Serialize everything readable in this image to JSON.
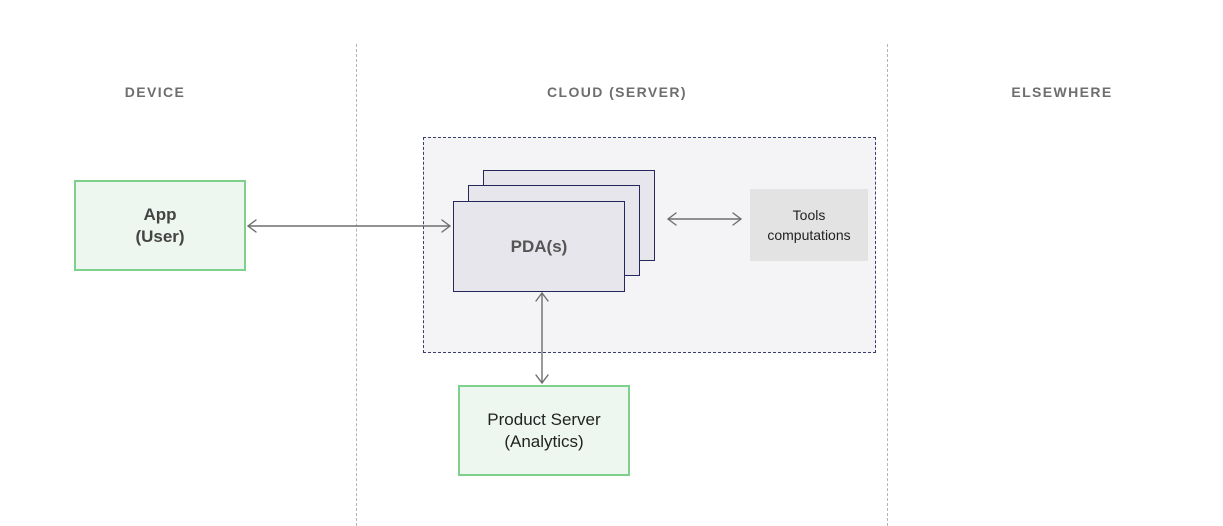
{
  "zones": {
    "device": "DEVICE",
    "cloud": "CLOUD (SERVER)",
    "elsewhere": "ELSEWHERE"
  },
  "nodes": {
    "app": {
      "line1": "App",
      "line2": "(User)"
    },
    "pda": {
      "label": "PDA(s)"
    },
    "tools": {
      "line1": "Tools",
      "line2": "computations"
    },
    "product_server": {
      "line1": "Product Server",
      "line2": "(Analytics)"
    }
  },
  "edges": [
    {
      "from": "app",
      "to": "pda",
      "direction": "both"
    },
    {
      "from": "pda",
      "to": "tools",
      "direction": "both"
    },
    {
      "from": "pda",
      "to": "product_server",
      "direction": "both"
    }
  ],
  "colors": {
    "green_border": "#7fd08a",
    "green_fill": "#eef7ef",
    "pda_border": "#26285c",
    "pda_fill": "#e6e6ec",
    "cloud_border": "#3b3f6e",
    "cloud_fill": "#f4f4f6",
    "tools_fill": "#e3e3e3",
    "arrow": "#6e6e6e"
  }
}
